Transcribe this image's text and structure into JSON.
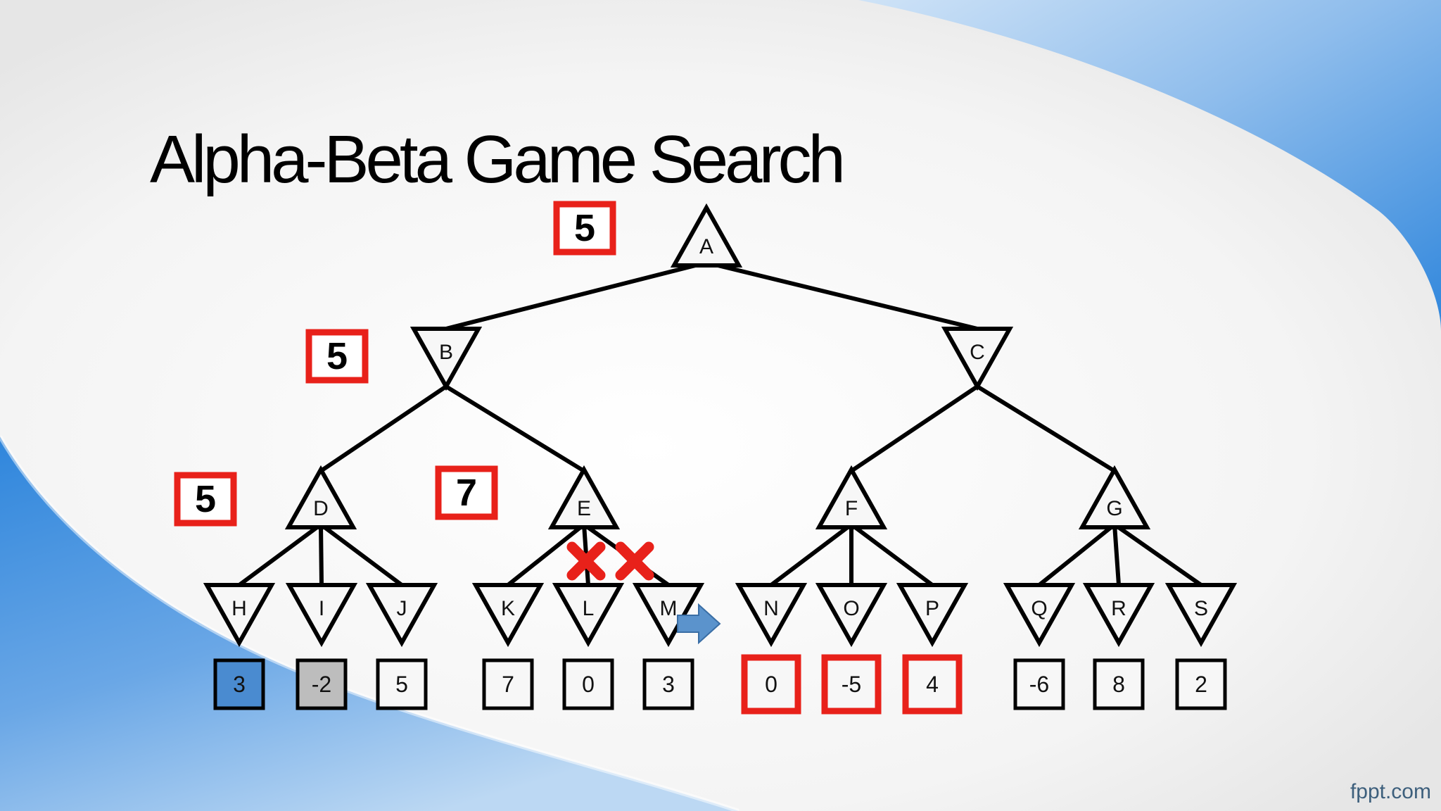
{
  "slide": {
    "title": "Alpha-Beta Game Search",
    "footer": "fppt.com"
  },
  "tree": {
    "max_nodes": [
      "A",
      "D",
      "E",
      "F",
      "G"
    ],
    "min_nodes": [
      "B",
      "C",
      "H",
      "I",
      "J",
      "K",
      "L",
      "M",
      "N",
      "O",
      "P",
      "Q",
      "R",
      "S"
    ],
    "edges": [
      [
        "A",
        "B"
      ],
      [
        "A",
        "C"
      ],
      [
        "B",
        "D"
      ],
      [
        "B",
        "E"
      ],
      [
        "C",
        "F"
      ],
      [
        "C",
        "G"
      ],
      [
        "D",
        "H"
      ],
      [
        "D",
        "I"
      ],
      [
        "D",
        "J"
      ],
      [
        "E",
        "K"
      ],
      [
        "E",
        "L"
      ],
      [
        "E",
        "M"
      ],
      [
        "F",
        "N"
      ],
      [
        "F",
        "O"
      ],
      [
        "F",
        "P"
      ],
      [
        "G",
        "Q"
      ],
      [
        "G",
        "R"
      ],
      [
        "G",
        "S"
      ]
    ],
    "leaves": [
      {
        "parent": "H",
        "value": "3",
        "style": "blue"
      },
      {
        "parent": "I",
        "value": "-2",
        "style": "gray"
      },
      {
        "parent": "J",
        "value": "5",
        "style": "plain"
      },
      {
        "parent": "K",
        "value": "7",
        "style": "plain"
      },
      {
        "parent": "L",
        "value": "0",
        "style": "plain"
      },
      {
        "parent": "M",
        "value": "3",
        "style": "plain"
      },
      {
        "parent": "N",
        "value": "0",
        "style": "red"
      },
      {
        "parent": "O",
        "value": "-5",
        "style": "red"
      },
      {
        "parent": "P",
        "value": "4",
        "style": "red"
      },
      {
        "parent": "Q",
        "value": "-6",
        "style": "plain"
      },
      {
        "parent": "R",
        "value": "8",
        "style": "plain"
      },
      {
        "parent": "S",
        "value": "2",
        "style": "plain"
      }
    ],
    "computed_values": {
      "A": "5",
      "B": "5",
      "D": "5",
      "E": "7"
    },
    "pruned_edges": [
      "E-L",
      "E-M"
    ],
    "current_arrow_target": "N"
  },
  "colors": {
    "highlight_red": "#e8211a",
    "prune_red": "#e8211a",
    "arrow_blue": "#5b93cc",
    "leaf_blue_fill": "#4a8bd0",
    "leaf_gray_fill": "#bdbdbd",
    "background_blue": "#3b8fde",
    "background_light": "#f2f2f2"
  }
}
